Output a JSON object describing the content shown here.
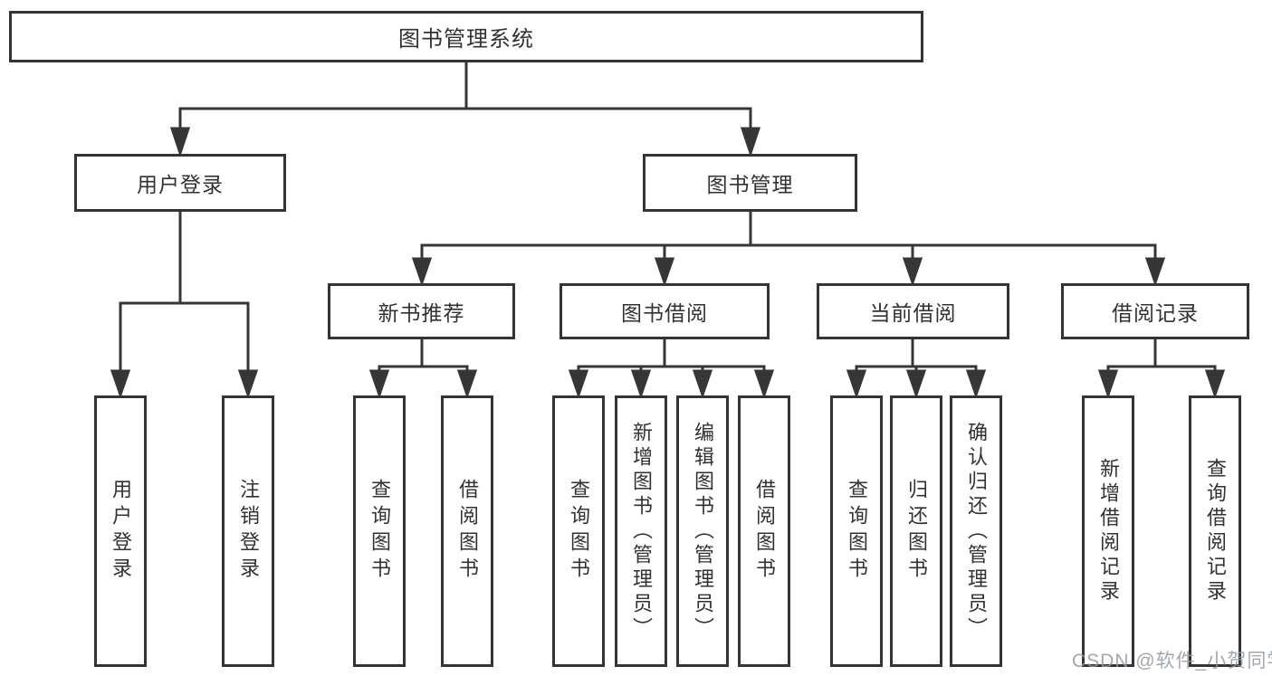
{
  "tree": {
    "root": {
      "label": "图书管理系统",
      "children": [
        {
          "label": "用户登录",
          "children": [
            {
              "label": "用户登录"
            },
            {
              "label": "注销登录"
            }
          ]
        },
        {
          "label": "图书管理",
          "children": [
            {
              "label": "新书推荐",
              "children": [
                {
                  "label": "查询图书"
                },
                {
                  "label": "借阅图书"
                }
              ]
            },
            {
              "label": "图书借阅",
              "children": [
                {
                  "label": "查询图书"
                },
                {
                  "label": "新增图书（管理员）"
                },
                {
                  "label": "编辑图书（管理员）"
                },
                {
                  "label": "借阅图书"
                }
              ]
            },
            {
              "label": "当前借阅",
              "children": [
                {
                  "label": "查询图书"
                },
                {
                  "label": "归还图书"
                },
                {
                  "label": "确认归还（管理员）"
                }
              ]
            },
            {
              "label": "借阅记录",
              "children": [
                {
                  "label": "新增借阅记录"
                },
                {
                  "label": "查询借阅记录"
                }
              ]
            }
          ]
        }
      ]
    }
  },
  "watermark": {
    "text": "CSDN @软件_小贺同学"
  },
  "colors": {
    "line": "#363636",
    "box_border": "#343434",
    "text": "#323232",
    "watermark": "#94999e",
    "background": "#ffffff"
  }
}
